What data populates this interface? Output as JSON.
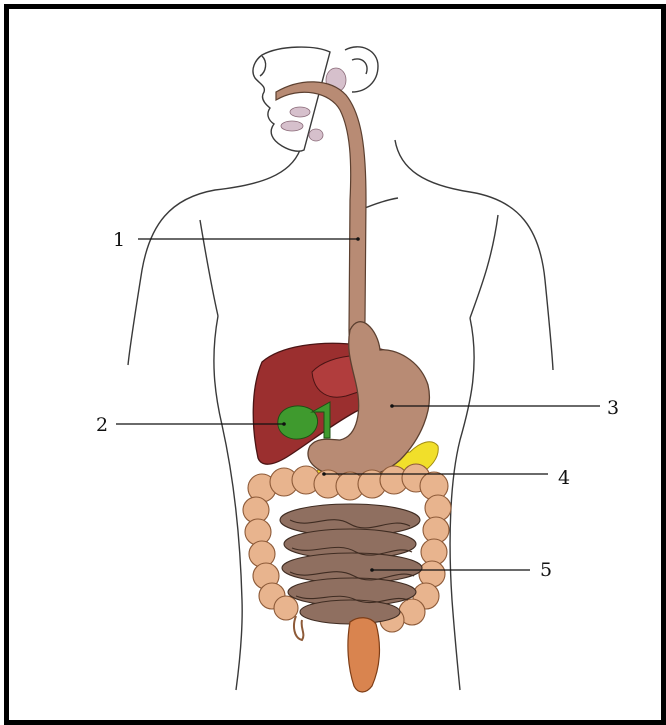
{
  "labels": {
    "l1": "1",
    "l2": "2",
    "l3": "3",
    "l4": "4",
    "l5": "5"
  },
  "colors": {
    "outline": "#3a3a3a",
    "esophagus": "#b88b74",
    "stomach": "#b88b74",
    "liver": "#9b2f2f",
    "gallbladder": "#3f9a2e",
    "pancreas": "#f1df2a",
    "large_intestine": "#e8b48e",
    "small_intestine": "#8f6f60",
    "rectum": "#d9844f",
    "mouth_tissue": "#d6c0cc"
  }
}
